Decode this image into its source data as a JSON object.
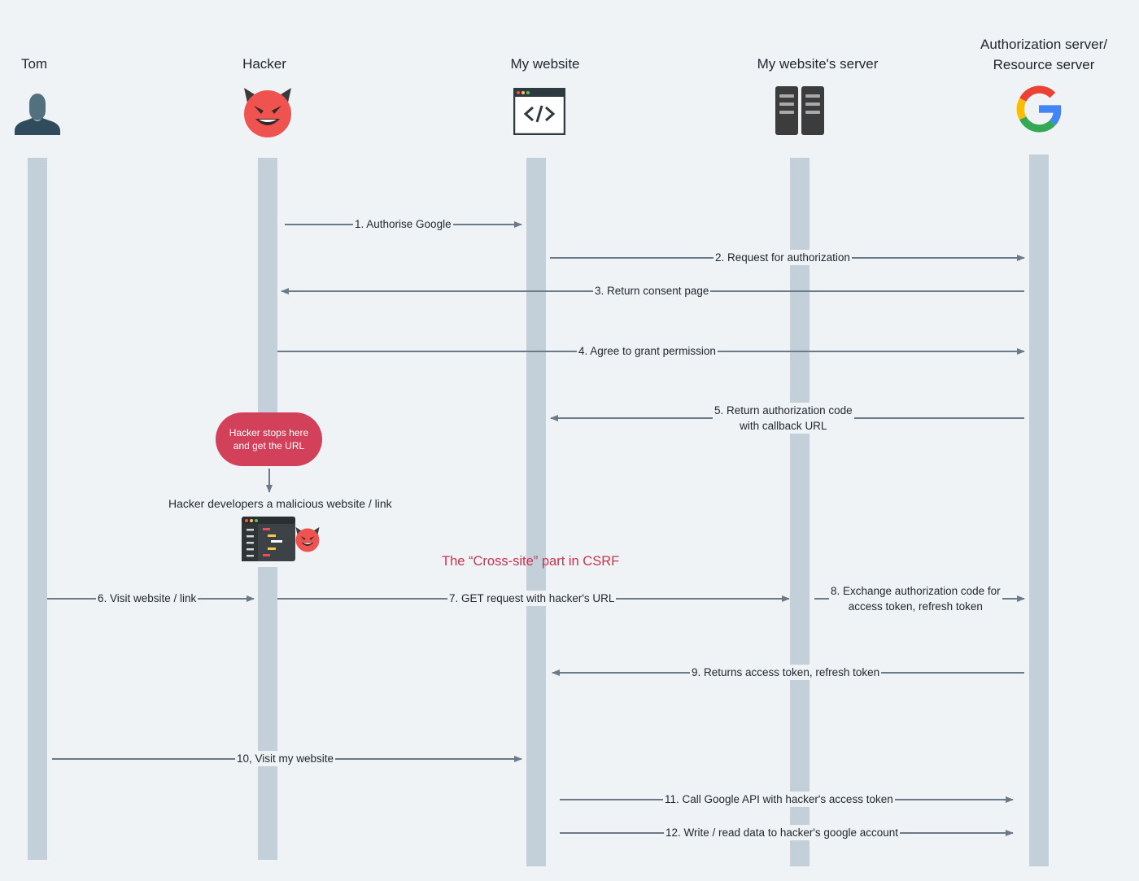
{
  "actors": [
    {
      "id": "tom",
      "label": "Tom"
    },
    {
      "id": "hacker",
      "label": "Hacker"
    },
    {
      "id": "website",
      "label": "My website"
    },
    {
      "id": "server",
      "label": "My website's server"
    },
    {
      "id": "auth",
      "label": "Authorization server/\nResource server"
    }
  ],
  "icons": {
    "tom": "user-icon",
    "hacker": "devil-face-icon",
    "website": "code-window-icon",
    "server": "server-rack-icon",
    "auth": "google-logo-icon",
    "malicious": "code-editor-icon"
  },
  "messages": [
    {
      "label": "1. Authorise Google"
    },
    {
      "label": "2.  Request for authorization"
    },
    {
      "label": "3. Return consent page"
    },
    {
      "label": "4. Agree to grant permission"
    },
    {
      "label": "5. Return authorization code\nwith callback URL"
    },
    {
      "label": "6. Visit website / link"
    },
    {
      "label": "7. GET request with hacker's URL"
    },
    {
      "label": "8. Exchange authorization code for\naccess token, refresh token"
    },
    {
      "label": "9. Returns access token, refresh token"
    },
    {
      "label": "10, Visit my website"
    },
    {
      "label": "11. Call Google API with hacker's access token"
    },
    {
      "label": "12. Write / read data to hacker's google account"
    }
  ],
  "notes": {
    "hacker_stop": "Hacker stops here\nand get the URL",
    "hacker_develops": "Hacker developers a malicious website / link",
    "csrf_label": "The “Cross-site” part in CSRF"
  },
  "colors": {
    "background": "#eff3f6",
    "lifeline": "#c3d0da",
    "arrow": "#6b7a88",
    "note": "#d3405a",
    "csrf_text": "#c9344e"
  }
}
